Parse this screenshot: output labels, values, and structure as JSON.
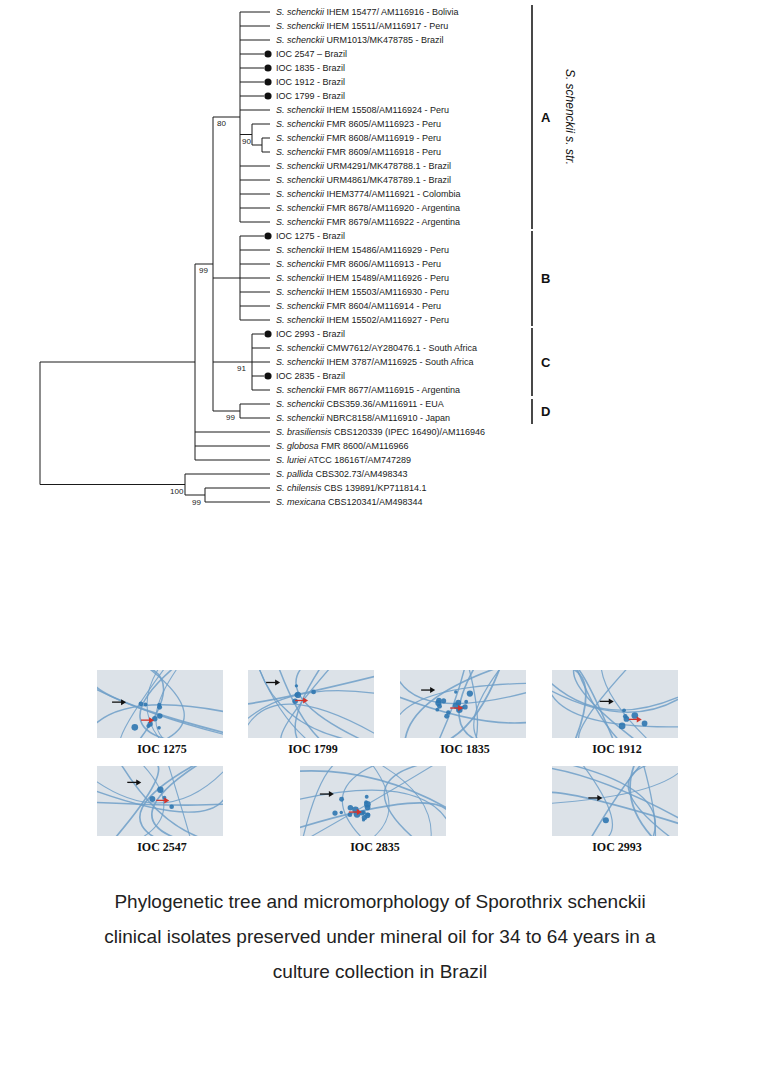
{
  "diagram": {
    "caption": "Phylogenetic tree and micromorphology of Sporothrix schenckii clinical isolates preserved under mineral oil for 34 to 64 years in a culture collection in Brazil",
    "nodes": [
      {
        "text": [
          "IOC 1275"
        ]
      },
      {
        "text": [
          "IOC 1799"
        ]
      },
      {
        "text": [
          "IOC 1835"
        ]
      },
      {
        "text": [
          "IOC 1912"
        ]
      },
      {
        "text": [
          "IOC 2547"
        ]
      },
      {
        "text": [
          "IOC 2835"
        ]
      },
      {
        "text": [
          "IOC 2993"
        ]
      }
    ],
    "labels": [
      "S. schenckii IHEM 15477/ AM116916 - Bolivia",
      "S. schenckii IHEM 15511/AM116917 - Peru",
      "S. schenckii URM1013/MK478785 - Brazil",
      "IOC 2547 – Brazil",
      "IOC 1835 - Brazil",
      "IOC 1912 - Brazil",
      "IOC 1799 - Brazil",
      "S. schenckii IHEM 15508/AM116924 - Peru",
      "S. schenckii FMR 8605/AM116923 - Peru",
      "S. schenckii FMR 8608/AM116919 - Peru",
      "S. schenckii FMR 8609/AM116918 - Peru",
      "S. schenckii URM4291/MK478788.1 - Brazil",
      "S. schenckii URM4861/MK478789.1 - Brazil",
      "S. schenckii IHEM3774/AM116921 - Colombia",
      "S. schenckii FMR 8678/AM116920 - Argentina",
      "S. schenckii FMR 8679/AM116922 - Argentina",
      "IOC 1275 - Brazil",
      "S. schenckii IHEM 15486/AM116929 - Peru",
      "S. schenckii FMR 8606/AM116913 - Peru",
      "S. schenckii IHEM 15489/AM116926 - Peru",
      "S. schenckii IHEM 15503/AM116930 - Peru",
      "S. schenckii FMR 8604/AM116914 - Peru",
      "S. schenckii IHEM 15502/AM116927 - Peru",
      "IOC 2993 - Brazil",
      "S. schenckii CMW7612/AY280476.1 - South Africa",
      "S. schenckii IHEM 3787/AM116925 - South Africa",
      "IOC 2835 - Brazil",
      "S. schenckii FMR 8677/AM116915 - Argentina",
      "S. schenckii CBS359.36/AM116911 - EUA",
      "S. schenckii NBRC8158/AM116910 - Japan",
      "S. brasiliensis CBS120339 (IPEC 16490)/AM116946",
      "S. globosa FMR 8600/AM116966",
      "S. luriei ATCC 18616T/AM747289",
      "S. pallida CBS302.73/AM498343",
      "S. chilensis CBS 139891/KP711814.1",
      "S. mexicana CBS120341/AM498344",
      "80",
      "90",
      "99",
      "91",
      "99",
      "100",
      "99",
      "A",
      "B",
      "C",
      "D",
      "S. schenckii s. str."
    ]
  }
}
